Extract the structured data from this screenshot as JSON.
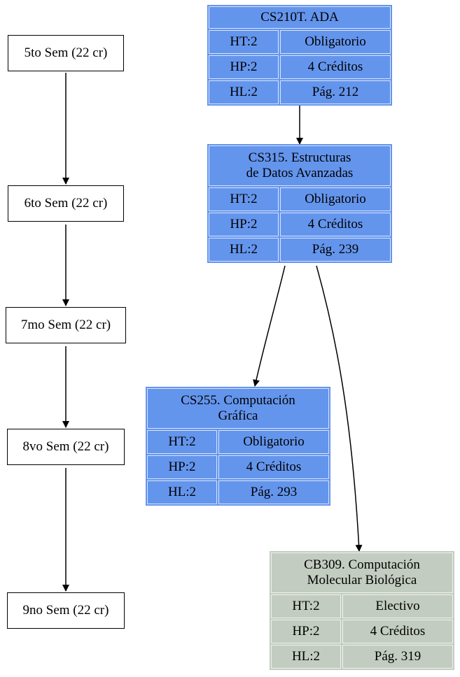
{
  "colors": {
    "mandatory": "#6495ed",
    "elective": "#c2ccc0",
    "edge": "#000000"
  },
  "semesters": [
    {
      "id": "s5",
      "label": "5to Sem (22 cr)"
    },
    {
      "id": "s6",
      "label": "6to Sem (22 cr)"
    },
    {
      "id": "s7",
      "label": "7mo Sem (22 cr)"
    },
    {
      "id": "s8",
      "label": "8vo Sem (22 cr)"
    },
    {
      "id": "s9",
      "label": "9no Sem (22 cr)"
    }
  ],
  "courses": [
    {
      "id": "cs210t",
      "title": "CS210T. ADA",
      "kind": "mandatory",
      "rows": [
        {
          "k": "HT:2",
          "v": "Obligatorio"
        },
        {
          "k": "HP:2",
          "v": "4 Créditos"
        },
        {
          "k": "HL:2",
          "v": "Pág. 212"
        }
      ]
    },
    {
      "id": "cs315",
      "title": "CS315. Estructuras\nde Datos Avanzadas",
      "kind": "mandatory",
      "rows": [
        {
          "k": "HT:2",
          "v": "Obligatorio"
        },
        {
          "k": "HP:2",
          "v": "4 Créditos"
        },
        {
          "k": "HL:2",
          "v": "Pág. 239"
        }
      ]
    },
    {
      "id": "cs255",
      "title": "CS255. Computación\nGráfica",
      "kind": "mandatory",
      "rows": [
        {
          "k": "HT:2",
          "v": "Obligatorio"
        },
        {
          "k": "HP:2",
          "v": "4 Créditos"
        },
        {
          "k": "HL:2",
          "v": "Pág. 293"
        }
      ]
    },
    {
      "id": "cb309",
      "title": "CB309. Computación\nMolecular Biológica",
      "kind": "elective",
      "rows": [
        {
          "k": "HT:2",
          "v": "Electivo"
        },
        {
          "k": "HP:2",
          "v": "4 Créditos"
        },
        {
          "k": "HL:2",
          "v": "Pág. 319"
        }
      ]
    }
  ]
}
